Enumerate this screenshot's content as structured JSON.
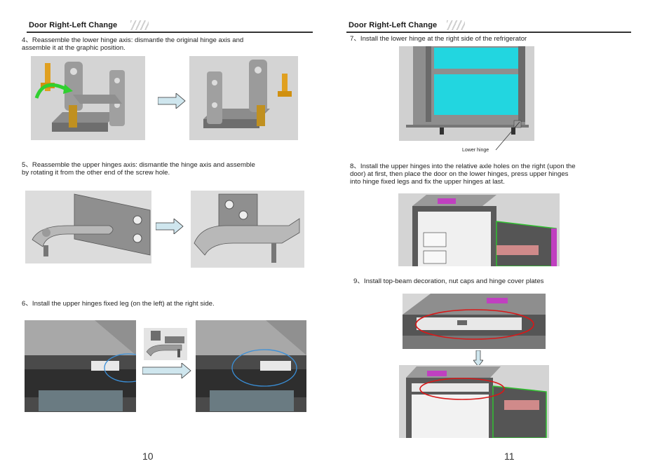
{
  "left_page": {
    "header": "Door Right-Left Change",
    "step4": {
      "line1": "4、Reassemble the lower hinge axis: dismantle the original hinge axis and",
      "line2": "assemble it at the graphic position."
    },
    "step5": {
      "line1": "5、Reassemble the upper hinges axis: dismantle the hinge axis and assemble",
      "line2": "by rotating it from the other end of the screw hole."
    },
    "step6": {
      "line1": "6、Install the upper hinges fixed leg (on the left) at the right side."
    },
    "page_number": "10"
  },
  "right_page": {
    "header": "Door Right-Left Change",
    "step7": {
      "line1": "7、Install the lower hinge at the right side of the refrigerator",
      "callout": "Lower hinge"
    },
    "step8": {
      "line1": "8、Install the upper hinges into the relative axle holes on the right (upon the",
      "line2": "door) at first, then place the door on the lower hinges, press upper hinges",
      "line3": "into hinge fixed legs and fix the upper hinges at last."
    },
    "step9": {
      "line1": "9、Install top-beam decoration, nut caps and hinge cover plates"
    },
    "page_number": "11"
  },
  "colors": {
    "metal": "#9a9a9a",
    "metal_dark": "#6e6e6e",
    "brass": "#e0a020",
    "cyan_drawer": "#22d6e0",
    "highlight_blue": "#3a8fd8",
    "highlight_red": "#d81818",
    "arrow_fill": "#cfe6ee",
    "magenta": "#c040c0",
    "green_edge": "#30c030"
  }
}
